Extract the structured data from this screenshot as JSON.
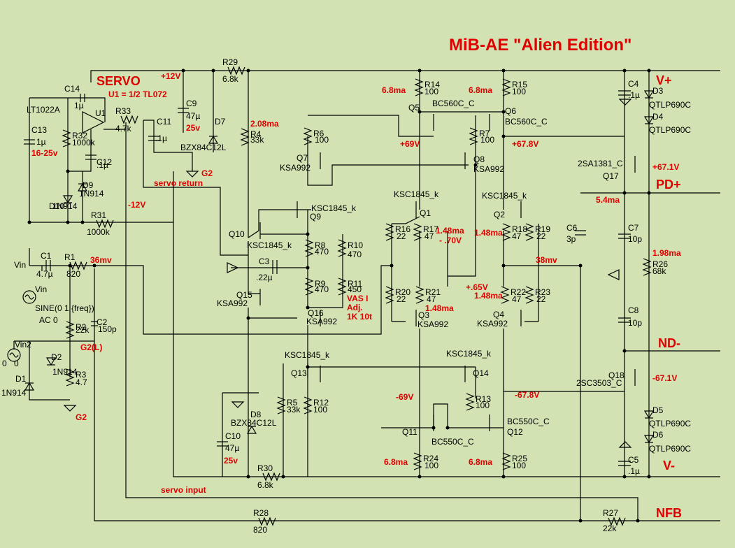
{
  "title": "MiB-AE \"Alien Edition\"",
  "sections": {
    "servo": "SERVO",
    "servo_note": "U1 = 1/2 TL072",
    "servo_return": "servo return",
    "servo_input": "servo input",
    "vas_note": [
      "VAS I",
      "Adj.",
      "1K 10t"
    ]
  },
  "rails": {
    "v_plus": "V+",
    "v_minus": "V-",
    "pd_plus": "PD+",
    "nd_minus": "ND-",
    "nfb": "NFB",
    "g2": "G2",
    "g2l": "G2(L)"
  },
  "voltages": {
    "p12": "+12V",
    "m12": "-12V",
    "c9v": "25v",
    "c13v": "16-25v",
    "c10v": "25v",
    "p69": "+69V",
    "p678": "+67.8V",
    "p671": "+67.1V",
    "m69": "-69V",
    "m678": "-67.8V",
    "m671": "-67.1V",
    "p065": "+.65V",
    "m070": "- .70V",
    "mv36": "36mv",
    "mv38": "38mv"
  },
  "currents": {
    "r14": "6.8ma",
    "r15": "6.8ma",
    "r24": "6.8ma",
    "r25": "6.8ma",
    "r4": "2.08ma",
    "q1": "1.48ma",
    "q2": "1.48ma",
    "q3": "1.48ma",
    "q4": "1.48ma",
    "r26": "1.98ma",
    "pd": "5.4ma"
  },
  "source": {
    "vin": "Vin",
    "vin_src": "Vin",
    "sine": "SINE(0 1 {freq})",
    "ac": "AC 0",
    "vin2": "Vin2",
    "zero_a": "0",
    "zero_b": "0"
  },
  "components": {
    "R1": [
      "R1",
      "820"
    ],
    "R2": [
      "R2",
      "22k"
    ],
    "R3": [
      "R3",
      "4.7"
    ],
    "R4": [
      "R4",
      "33k"
    ],
    "R5": [
      "R5",
      "33k"
    ],
    "R6": [
      "R6",
      "100"
    ],
    "R7": [
      "R7",
      "100"
    ],
    "R8": [
      "R8",
      "470"
    ],
    "R9": [
      "R9",
      "470"
    ],
    "R10": [
      "R10",
      "470"
    ],
    "R11": [
      "R11",
      "450"
    ],
    "R12": [
      "R12",
      "100"
    ],
    "R13": [
      "R13",
      "100"
    ],
    "R14": [
      "R14",
      "100"
    ],
    "R15": [
      "R15",
      "100"
    ],
    "R16": [
      "R16",
      "22"
    ],
    "R17": [
      "R17",
      "47"
    ],
    "R18": [
      "R18",
      "47"
    ],
    "R19": [
      "R19",
      "22"
    ],
    "R20": [
      "R20",
      "22"
    ],
    "R21": [
      "R21",
      "47"
    ],
    "R22": [
      "R22",
      "47"
    ],
    "R23": [
      "R23",
      "22"
    ],
    "R24": [
      "R24",
      "100"
    ],
    "R25": [
      "R25",
      "100"
    ],
    "R26": [
      "R26",
      "68k"
    ],
    "R27": [
      "R27",
      "22k"
    ],
    "R28": [
      "R28",
      "820"
    ],
    "R29": [
      "R29",
      "6.8k"
    ],
    "R30": [
      "R30",
      "6.8k"
    ],
    "R31": [
      "R31",
      "1000k"
    ],
    "R32": [
      "R32",
      "1000k"
    ],
    "R33": [
      "R33",
      "4.7k"
    ],
    "C1": [
      "C1",
      "4.7µ"
    ],
    "C2": [
      "C2",
      "150p"
    ],
    "C3": [
      "C3",
      ".22µ"
    ],
    "C4": [
      "C4",
      ".1µ"
    ],
    "C5": [
      "C5",
      ".1µ"
    ],
    "C6": [
      "C6",
      "3p"
    ],
    "C7": [
      "C7",
      "10p"
    ],
    "C8": [
      "C8",
      "10p"
    ],
    "C9": [
      "C9",
      "47µ"
    ],
    "C10": [
      "C10",
      "47µ"
    ],
    "C11": [
      "C11",
      ".1µ"
    ],
    "C12": [
      "C12",
      ".1µ"
    ],
    "C13": [
      "C13",
      "1µ"
    ],
    "C14": [
      "C14",
      "1µ"
    ],
    "D1": [
      "D1",
      "1N914"
    ],
    "D2": [
      "D2",
      "1N914"
    ],
    "D3": [
      "D3",
      "QTLP690C"
    ],
    "D4": [
      "D4",
      "QTLP690C"
    ],
    "D5": [
      "D5",
      "QTLP690C"
    ],
    "D6": [
      "D6",
      "QTLP690C"
    ],
    "D7": [
      "D7",
      "BZX84C12L"
    ],
    "D8": [
      "D8",
      "BZX84C12L"
    ],
    "D9": [
      "D9",
      "1N914"
    ],
    "D10": [
      "D10",
      "1N914"
    ],
    "Q1": [
      "Q1",
      "KSC1845_k"
    ],
    "Q2": [
      "Q2",
      "KSC1845_k"
    ],
    "Q3": [
      "Q3",
      "KSA992"
    ],
    "Q4": [
      "Q4",
      "KSA992"
    ],
    "Q5": [
      "Q5",
      "BC560C_C"
    ],
    "Q6": [
      "Q6",
      "BC560C_C"
    ],
    "Q7": [
      "Q7",
      "KSA992"
    ],
    "Q8": [
      "Q8",
      "KSA992"
    ],
    "Q9": [
      "Q9",
      "KSC1845_k"
    ],
    "Q10": [
      "Q10",
      "KSC1845_k"
    ],
    "Q11": [
      "Q11",
      "BC550C_C"
    ],
    "Q12": [
      "Q12",
      "BC550C_C"
    ],
    "Q13": [
      "Q13",
      "KSC1845_k"
    ],
    "Q14": [
      "Q14",
      "KSC1845_k"
    ],
    "Q15": [
      "Q15",
      "KSA992"
    ],
    "Q16": [
      "Q16",
      "KSA992"
    ],
    "Q17": [
      "Q17",
      "2SA1381_C"
    ],
    "Q18": [
      "Q18",
      "2SC3503_C"
    ],
    "U1": [
      "U1",
      "LT1022A"
    ]
  }
}
